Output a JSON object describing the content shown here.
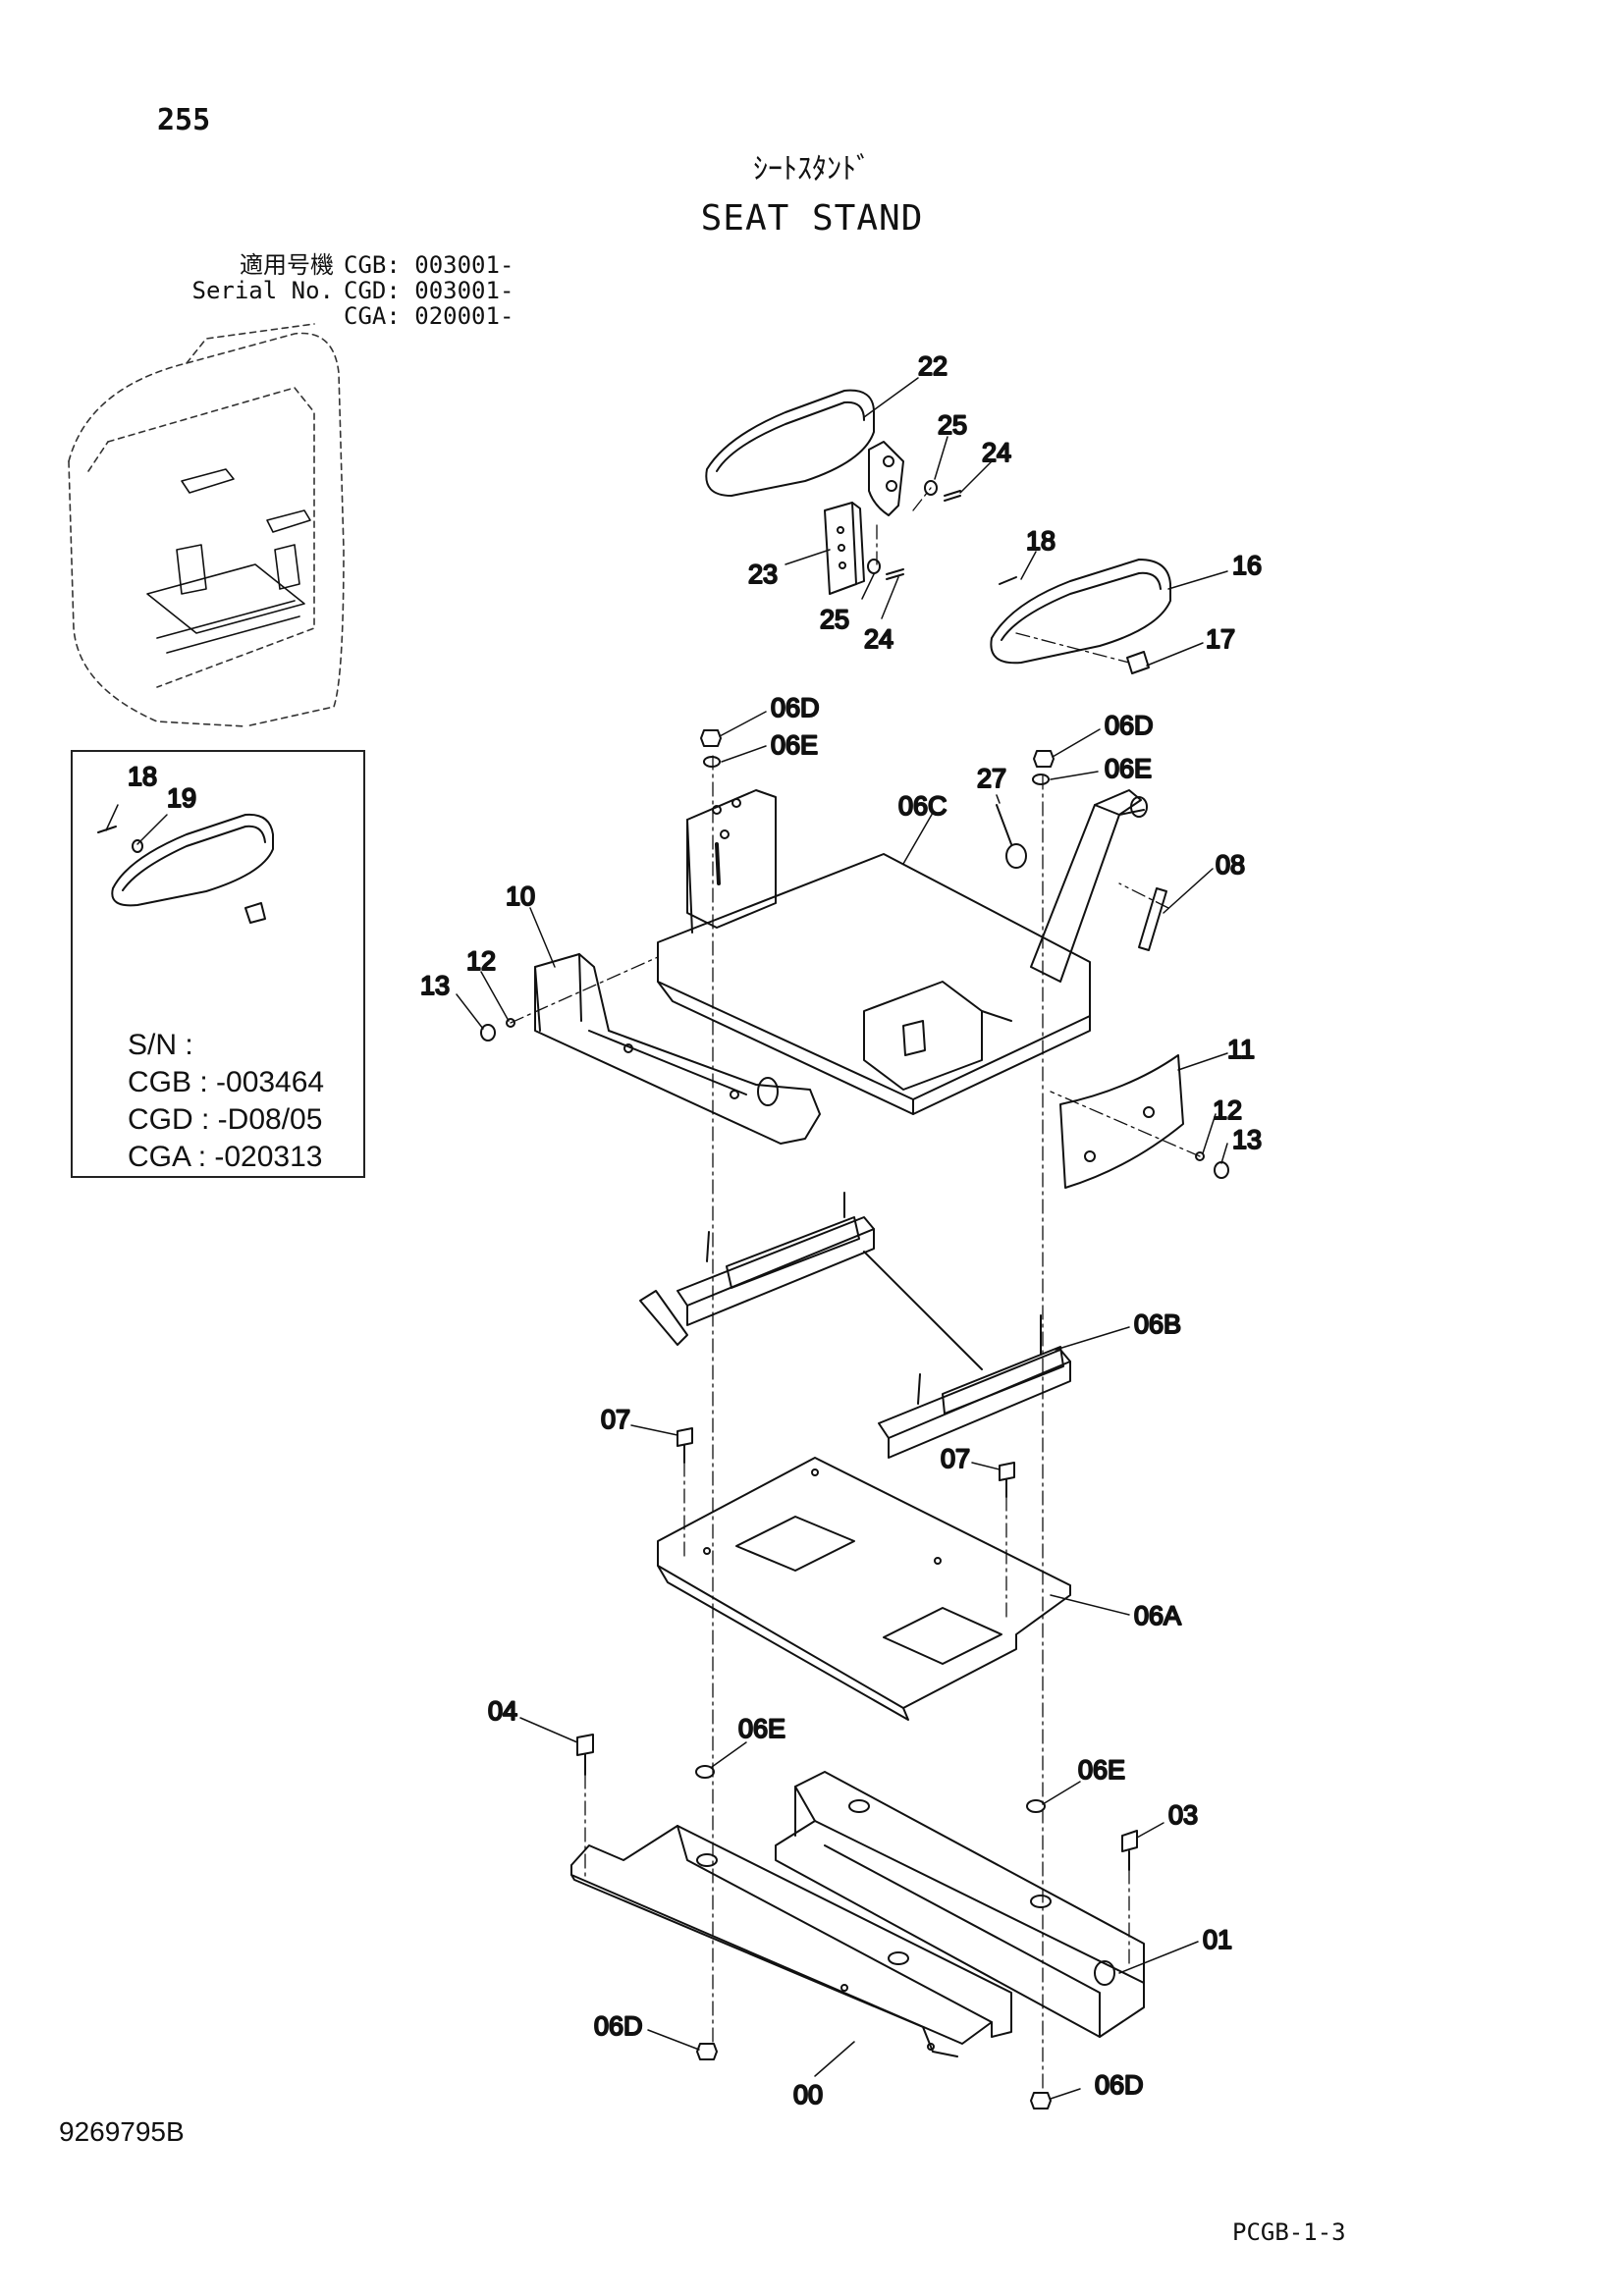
{
  "header": {
    "page_number": "255",
    "title_jp": "ｼｰﾄｽﾀﾝﾄﾞ",
    "title_en": "SEAT STAND"
  },
  "serial_info": {
    "label_jp": "適用号機",
    "label_en": "Serial No.",
    "entries": [
      "CGB: 003001-",
      "CGD: 003001-",
      "CGA: 020001-"
    ]
  },
  "inset": {
    "sn_label": "S/N :",
    "sn_entries": [
      "CGB : -003464",
      "CGD : -D08/05",
      "CGA : -020313"
    ],
    "callouts": [
      "18",
      "19"
    ]
  },
  "callouts": [
    {
      "id": "c22",
      "text": "22"
    },
    {
      "id": "c25a",
      "text": "25"
    },
    {
      "id": "c24a",
      "text": "24"
    },
    {
      "id": "c23",
      "text": "23"
    },
    {
      "id": "c25b",
      "text": "25"
    },
    {
      "id": "c24b",
      "text": "24"
    },
    {
      "id": "c18",
      "text": "18"
    },
    {
      "id": "c16",
      "text": "16"
    },
    {
      "id": "c17",
      "text": "17"
    },
    {
      "id": "c06d1",
      "text": "06D"
    },
    {
      "id": "c06e1",
      "text": "06E"
    },
    {
      "id": "c06d2",
      "text": "06D"
    },
    {
      "id": "c06e2",
      "text": "06E"
    },
    {
      "id": "c06c",
      "text": "06C"
    },
    {
      "id": "c27",
      "text": "27"
    },
    {
      "id": "c08",
      "text": "08"
    },
    {
      "id": "c10",
      "text": "10"
    },
    {
      "id": "c12a",
      "text": "12"
    },
    {
      "id": "c13a",
      "text": "13"
    },
    {
      "id": "c11",
      "text": "11"
    },
    {
      "id": "c12b",
      "text": "12"
    },
    {
      "id": "c13b",
      "text": "13"
    },
    {
      "id": "c06b",
      "text": "06B"
    },
    {
      "id": "c07a",
      "text": "07"
    },
    {
      "id": "c07b",
      "text": "07"
    },
    {
      "id": "c06a",
      "text": "06A"
    },
    {
      "id": "c04",
      "text": "04"
    },
    {
      "id": "c06e3",
      "text": "06E"
    },
    {
      "id": "c06e4",
      "text": "06E"
    },
    {
      "id": "c03",
      "text": "03"
    },
    {
      "id": "c01",
      "text": "01"
    },
    {
      "id": "c06d3",
      "text": "06D"
    },
    {
      "id": "c00",
      "text": "00"
    },
    {
      "id": "c06d4",
      "text": "06D"
    }
  ],
  "footer": {
    "doc_number": "9269795B",
    "page_code": "PCGB-1-3"
  }
}
